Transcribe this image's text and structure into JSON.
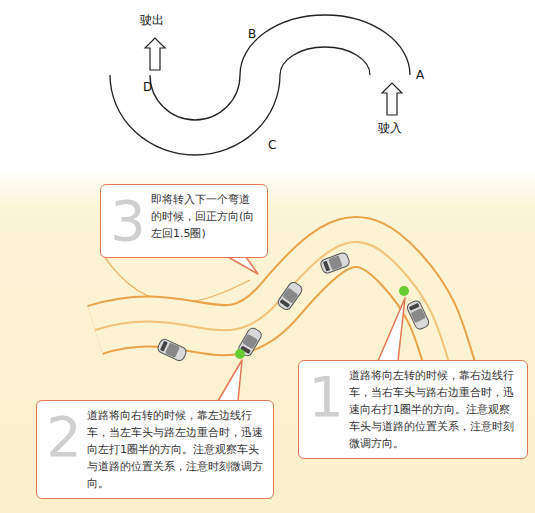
{
  "diagram": {
    "nodes": [
      {
        "text": [
          "3",
          "即将转入下一个弯道的时候，回正方向(向左回1.5圈)"
        ]
      },
      {
        "text": [
          "2",
          "道路将向右转的时候，靠左边线行车，当左车头与路左边重合时，迅速向左打1圈半的方向。注意观察车头与道路的位置关系，注意时刻微调方向。"
        ]
      },
      {
        "text": [
          "1",
          "道路将向左转的时候，靠右边线行车，当右车头与路右边重合时，迅速向右打1圈半的方向。注意观察车头与道路的位置关系，注意时刻微调方向。"
        ]
      }
    ],
    "edges": [],
    "labels": [
      "驶出",
      "B",
      "D",
      "C",
      "A",
      "驶入"
    ]
  }
}
